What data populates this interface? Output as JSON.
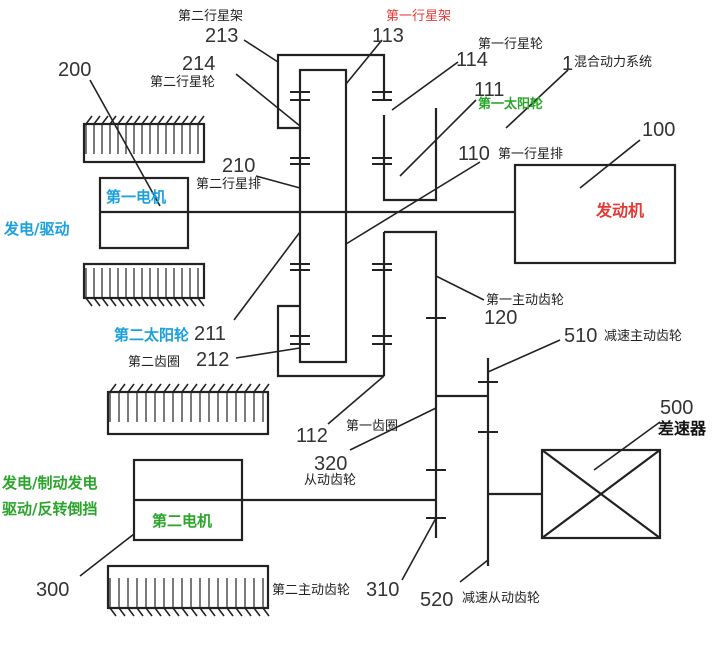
{
  "labels": {
    "planet_carrier_2": "第二行星架",
    "planet_carrier_1": "第一行星架",
    "num_213": "213",
    "num_113": "113",
    "num_214": "214",
    "num_114": "114",
    "planet_gear_2": "第二行星轮",
    "planet_gear_1": "第一行星轮",
    "num_1": "1",
    "hybrid_system": "混合动力系统",
    "num_111": "111",
    "sun_gear_1": "第一太阳轮",
    "num_200": "200",
    "num_100": "100",
    "num_210": "210",
    "num_110": "110",
    "planetary_row_2": "第二行星排",
    "planetary_row_1": "第一行星排",
    "motor_1": "第一电机",
    "engine": "发动机",
    "gen_drive": "发电/驱动",
    "main_drive_gear_1": "第一主动齿轮",
    "num_120": "120",
    "sun_gear_2": "第二太阳轮",
    "num_211": "211",
    "num_510": "510",
    "reduction_drive_gear": "减速主动齿轮",
    "ring_gear_2": "第二齿圈",
    "num_212": "212",
    "ring_gear_1": "第一齿圈",
    "num_112": "112",
    "num_500": "500",
    "differential": "差速器",
    "num_320": "320",
    "driven_gear": "从动齿轮",
    "gen_brake": "发电/制动发电",
    "drive_reverse": "驱动/反转倒挡",
    "motor_2": "第二电机",
    "num_300": "300",
    "main_drive_gear_2": "第二主动齿轮",
    "num_310": "310",
    "num_520": "520",
    "reduction_driven_gear": "减速从动齿轮"
  }
}
